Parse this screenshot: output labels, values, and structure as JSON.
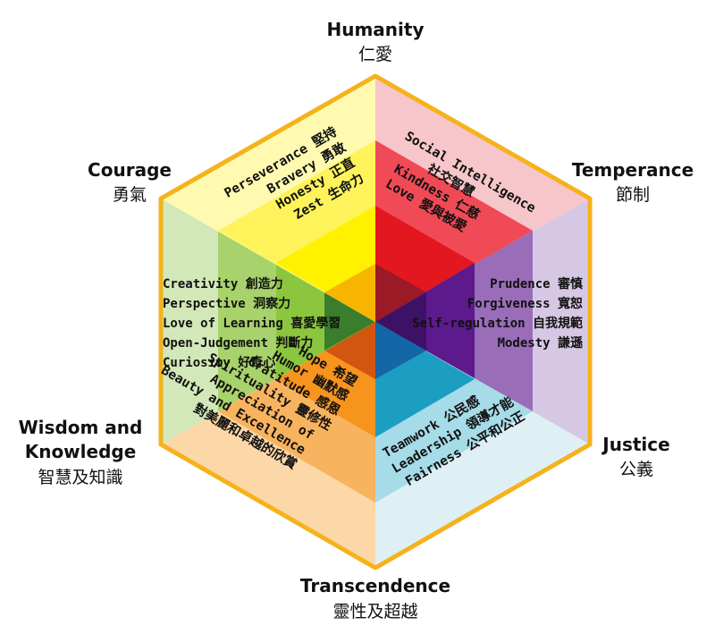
{
  "virtues": [
    {
      "key": "humanity",
      "en": "Humanity",
      "zh": "仁愛"
    },
    {
      "key": "temperance",
      "en": "Temperance",
      "zh": "節制"
    },
    {
      "key": "justice",
      "en": "Justice",
      "zh": "公義"
    },
    {
      "key": "transcendence",
      "en": "Transcendence",
      "zh": "靈性及超越"
    },
    {
      "key": "wisdom",
      "en_lines": [
        "Wisdom and",
        "Knowledge"
      ],
      "zh": "智慧及知識"
    },
    {
      "key": "courage",
      "en": "Courage",
      "zh": "勇氣"
    }
  ],
  "strengths": {
    "humanity": [
      "Social Intelligence",
      "社交智慧",
      "Kindness 仁慈",
      "Love 愛與被愛"
    ],
    "temperance": [
      "Prudence 審慎",
      "Forgiveness 寬恕",
      "Self-regulation 自我規範",
      "Modesty 謙遜"
    ],
    "justice": [
      "Teamwork 公民感",
      "Leadership 領導才能",
      "Fairness 公平和公正"
    ],
    "transcendence": [
      "Hope 希望",
      "Humor 幽默感",
      "Gratitude 感恩",
      "Spirituality 靈修性",
      "Appreciation of",
      "Beauty and Excellence",
      "對美麗和卓越的欣賞"
    ],
    "wisdom": [
      "Creativity 創造力",
      "Perspective 洞察力",
      "Love of Learning 喜愛學習",
      "Open-Judgement 判斷力",
      "Curiosity 好奇心"
    ],
    "courage": [
      "Perseverance 堅持",
      "Bravery 勇敢",
      "Honesty 正直",
      "Zest 生命力"
    ]
  },
  "colors": {
    "border": "#f5b21b",
    "humanity": "#e3171f",
    "temperance": "#5c1a8c",
    "justice": "#1c9ec2",
    "transcendence": "#f7941d",
    "wisdom": "#8cc63f",
    "courage": "#fff100"
  }
}
